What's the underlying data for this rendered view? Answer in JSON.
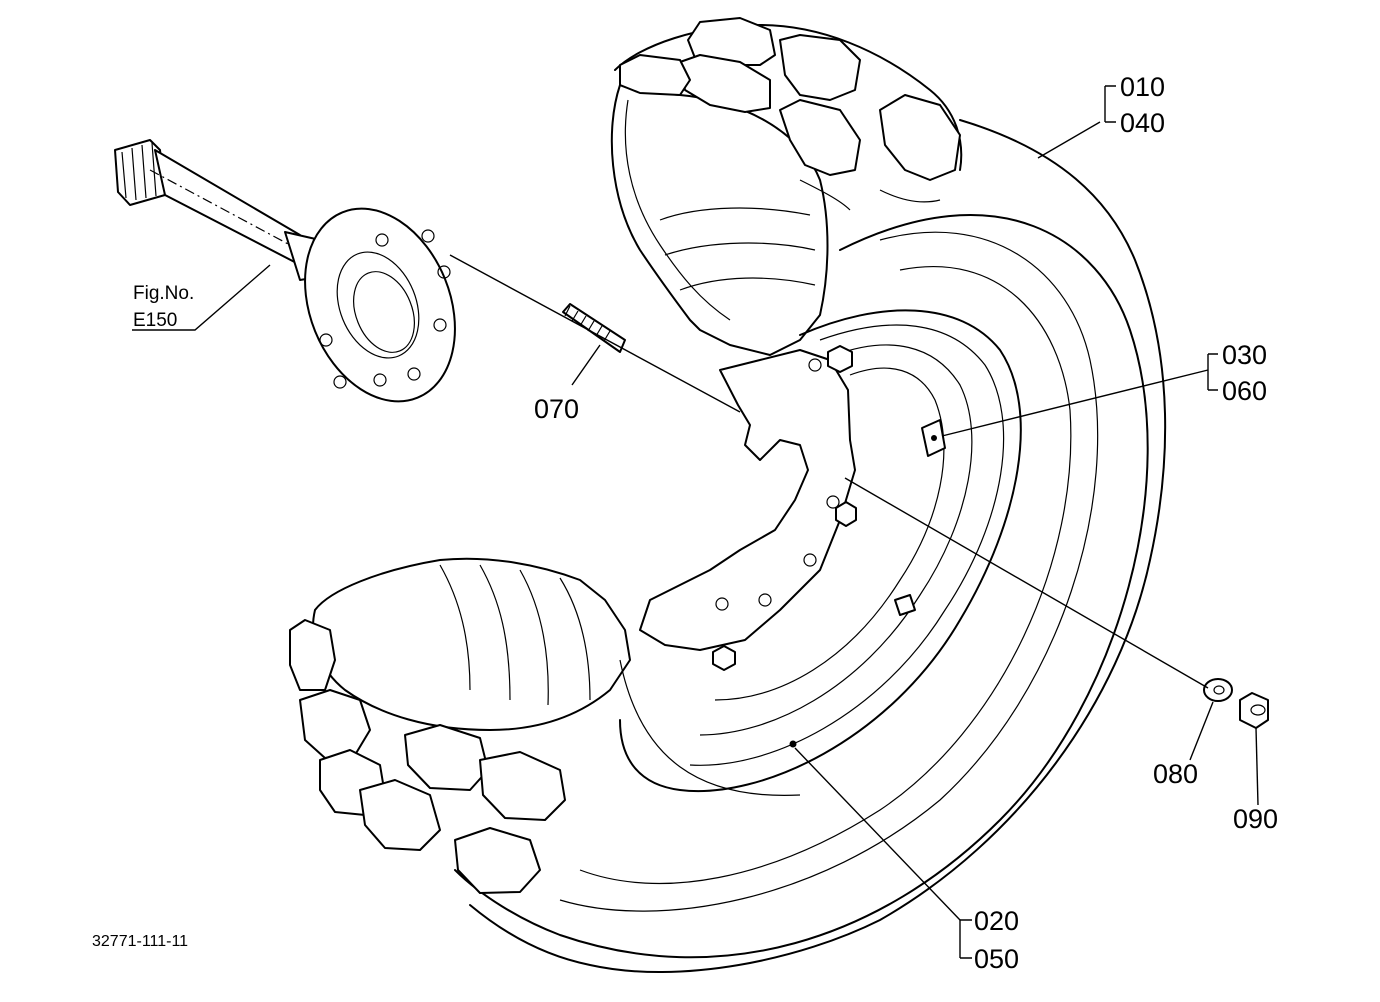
{
  "callouts": {
    "tire_a": "010",
    "tire_b": "040",
    "valve_a": "030",
    "valve_b": "060",
    "stud": "070",
    "rim_a": "020",
    "rim_b": "050",
    "washer": "080",
    "nut": "090"
  },
  "reference": {
    "line1": "Fig.No.",
    "line2": "E150"
  },
  "drawing_code": "32771-111-11"
}
